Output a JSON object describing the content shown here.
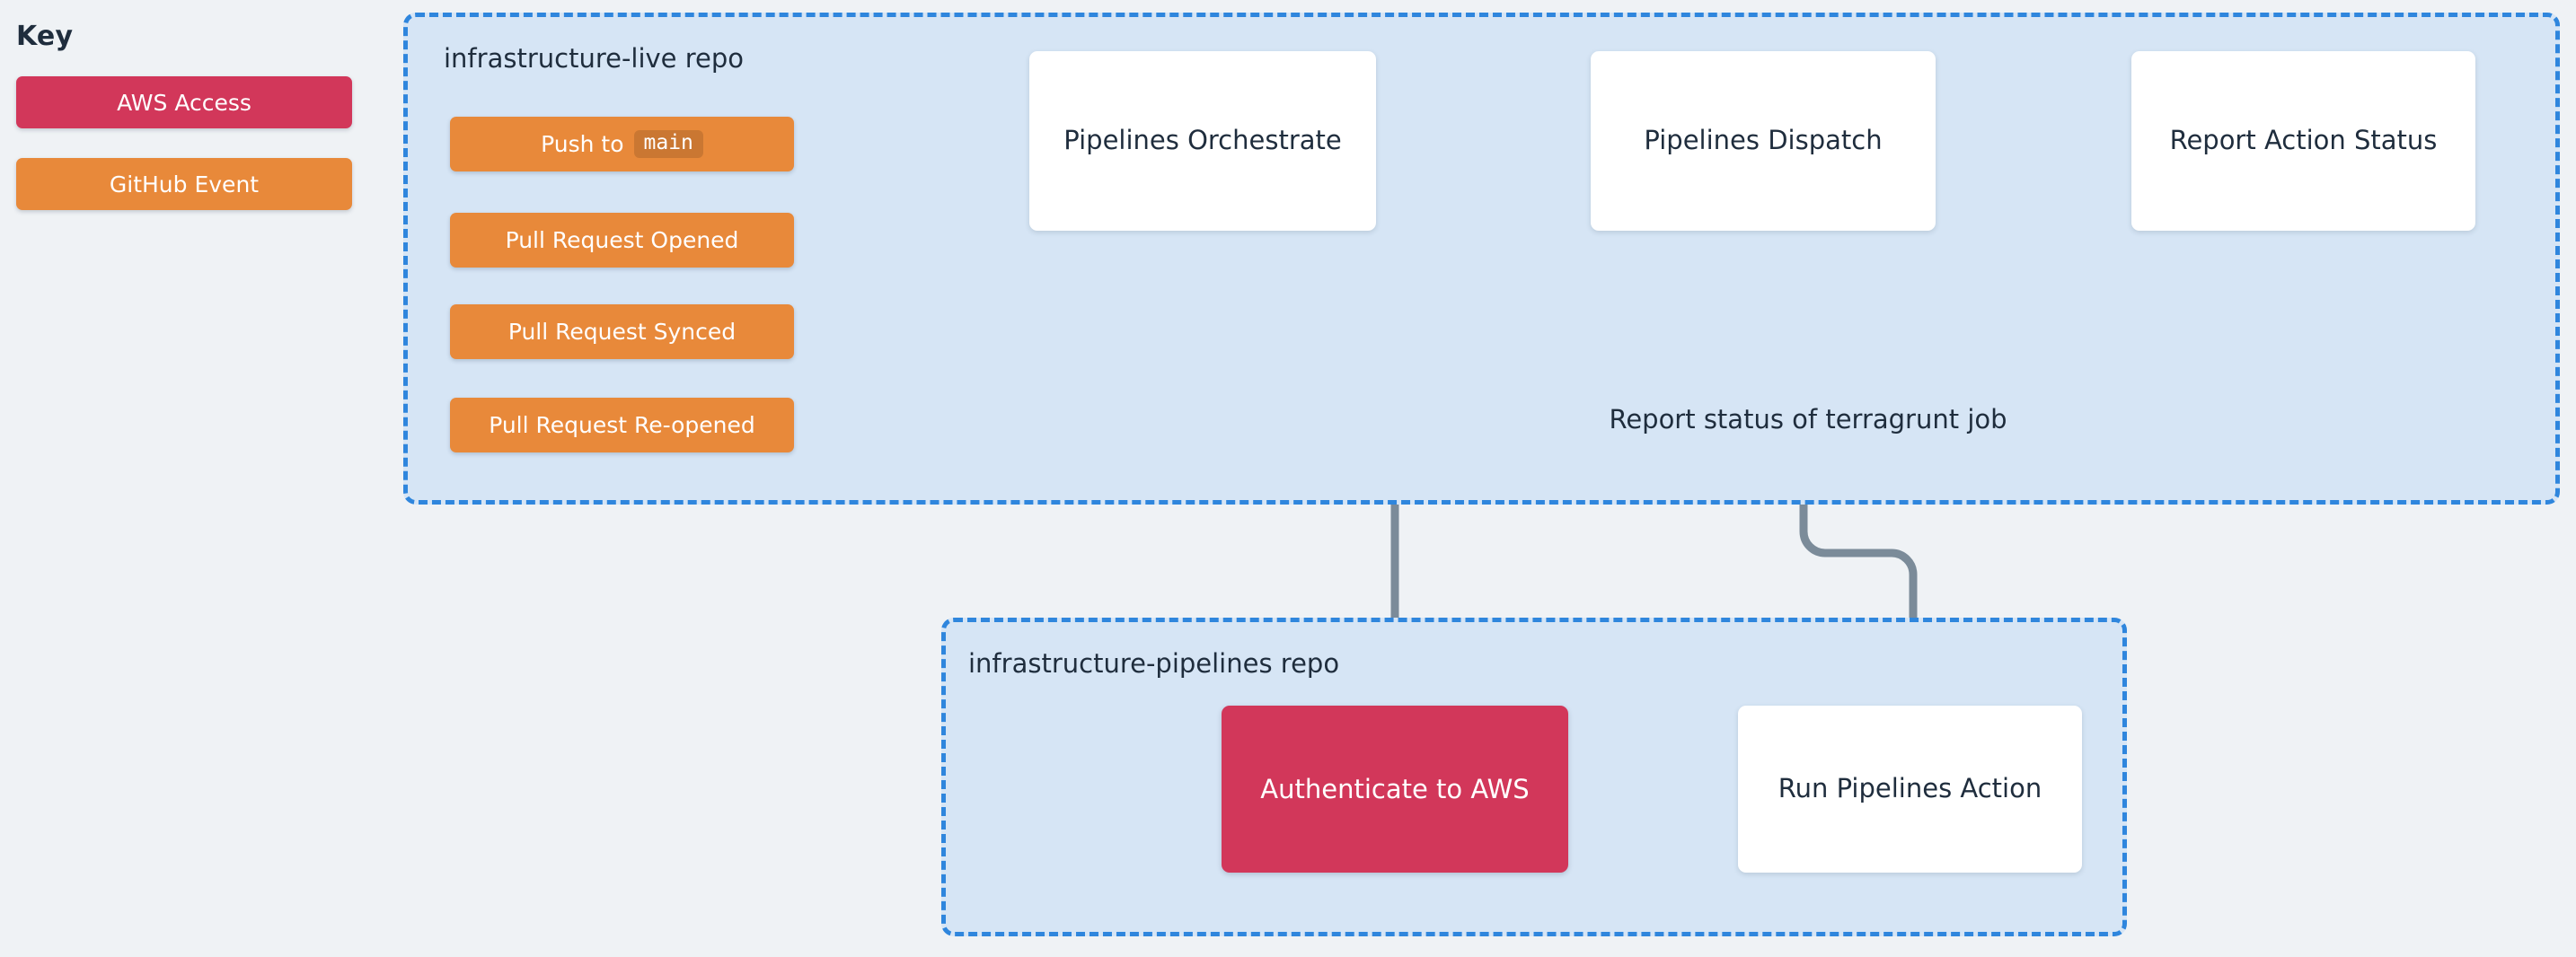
{
  "key": {
    "title": "Key",
    "items": [
      {
        "label": "AWS Access",
        "color": "#d2375a",
        "name": "aws-access"
      },
      {
        "label": "GitHub Event",
        "color": "#e8893a",
        "name": "github-event"
      }
    ]
  },
  "containers": {
    "live": {
      "label": "infrastructure-live repo",
      "border_color": "#2f86dd",
      "fill": "#d6e5f5"
    },
    "pipelines": {
      "label": "infrastructure-pipelines repo",
      "border_color": "#2f86dd",
      "fill": "#d6e5f5"
    }
  },
  "events": {
    "push": {
      "text": "Push to",
      "code": "main"
    },
    "pr_opened": {
      "label": "Pull Request Opened"
    },
    "pr_synced": {
      "label": "Pull Request Synced"
    },
    "pr_reopened": {
      "label": "Pull Request Re-opened"
    }
  },
  "jobs": {
    "orchestrate": {
      "label": "Pipelines Orchestrate"
    },
    "dispatch": {
      "label": "Pipelines Dispatch"
    },
    "report": {
      "label": "Report Action Status"
    },
    "authenticate": {
      "label": "Authenticate to AWS"
    },
    "run": {
      "label": "Run Pipelines Action"
    }
  },
  "edges": {
    "terragrunt_status": {
      "label": "Report status of terragrunt job"
    }
  },
  "colors": {
    "page_background": "#eff2f5",
    "container_fill": "#d6e5f5",
    "container_border": "#2f86dd",
    "event_node": "#e8893a",
    "aws_node": "#d2375a",
    "job_node": "#ffffff",
    "connector": "#7b8b99",
    "text_dark": "#1f2d3d"
  }
}
